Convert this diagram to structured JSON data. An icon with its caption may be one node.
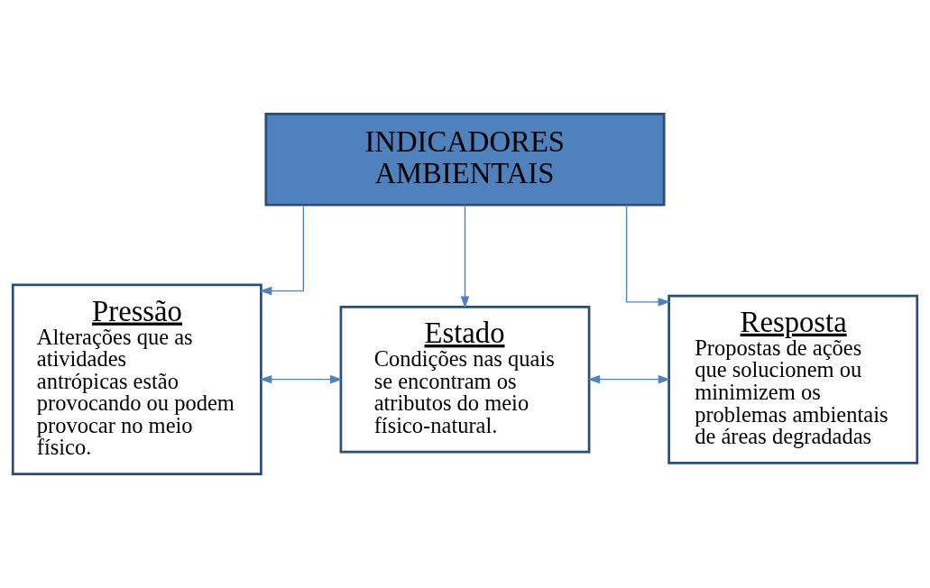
{
  "diagram": {
    "nodes": [
      {
        "text": [
          "INDICADORES AMBIENTAIS"
        ]
      },
      {
        "text": [
          "Pressão",
          "Alterações que as atividades antrópicas estão provocando ou podem provocar no meio físico."
        ]
      },
      {
        "text": [
          "Estado",
          "Condições nas quais se encontram os atributos do meio físico-natural."
        ]
      },
      {
        "text": [
          "Resposta",
          "Propostas de ações que solucionem ou minimizem os problemas ambientais de áreas degradadas"
        ]
      }
    ],
    "edges": [
      {
        "from": 0,
        "to": 1,
        "arrow": "to"
      },
      {
        "from": 0,
        "to": 2,
        "arrow": "to"
      },
      {
        "from": 0,
        "to": 3,
        "arrow": "to"
      },
      {
        "from": 1,
        "to": 2,
        "arrow": "both"
      },
      {
        "from": 2,
        "to": 3,
        "arrow": "both"
      }
    ]
  }
}
